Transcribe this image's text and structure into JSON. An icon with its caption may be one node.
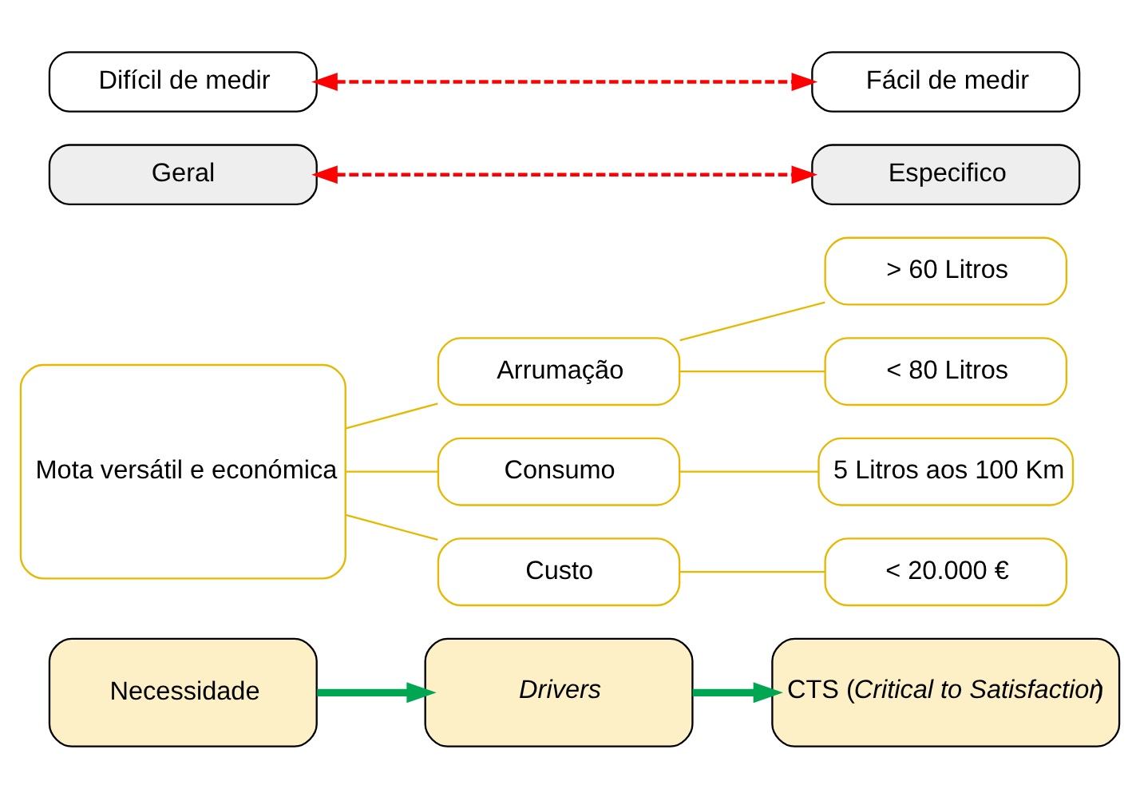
{
  "diagram": {
    "nodes": [
      {
        "text": [
          "Necessidade"
        ]
      },
      {
        "text": [
          "*Drivers*"
        ]
      },
      {
        "text": [
          "CTS (*Critical to Satisfaction*)"
        ]
      },
      {
        "text": [
          "Mota versátil e económica"
        ]
      },
      {
        "text": [
          "Arrumação"
        ]
      },
      {
        "text": [
          "Consumo"
        ]
      },
      {
        "text": [
          "Custo"
        ]
      },
      {
        "text": [
          "> 60 Litros"
        ]
      },
      {
        "text": [
          "< 80 Litros"
        ]
      },
      {
        "text": [
          "5 Litros aos 100 Km"
        ]
      },
      {
        "text": [
          "< 20.000 €"
        ]
      },
      {
        "text": [
          "Geral"
        ]
      },
      {
        "text": [
          "Especifico"
        ]
      },
      {
        "text": [
          "Difícil de medir"
        ]
      },
      {
        "text": [
          "Fácil de medir"
        ]
      }
    ],
    "edges": [
      {
        "from": 0,
        "to": 1,
        "arrow": "to",
        "style": "thick",
        "color": "#00a651"
      },
      {
        "from": 1,
        "to": 2,
        "arrow": "to",
        "style": "thick",
        "color": "#00a651"
      },
      {
        "from": 3,
        "to": 4,
        "arrow": "none"
      },
      {
        "from": 3,
        "to": 5,
        "arrow": "none"
      },
      {
        "from": 3,
        "to": 6,
        "arrow": "none"
      },
      {
        "from": 4,
        "to": 7,
        "arrow": "none"
      },
      {
        "from": 4,
        "to": 8,
        "arrow": "none"
      },
      {
        "from": 5,
        "to": 9,
        "arrow": "none"
      },
      {
        "from": 6,
        "to": 10,
        "arrow": "none"
      },
      {
        "from": 11,
        "to": 12,
        "arrow": "both",
        "style": "dashed",
        "color": "#ff0000"
      },
      {
        "from": 13,
        "to": 14,
        "arrow": "both",
        "style": "dashed",
        "color": "#ff0000"
      }
    ]
  }
}
